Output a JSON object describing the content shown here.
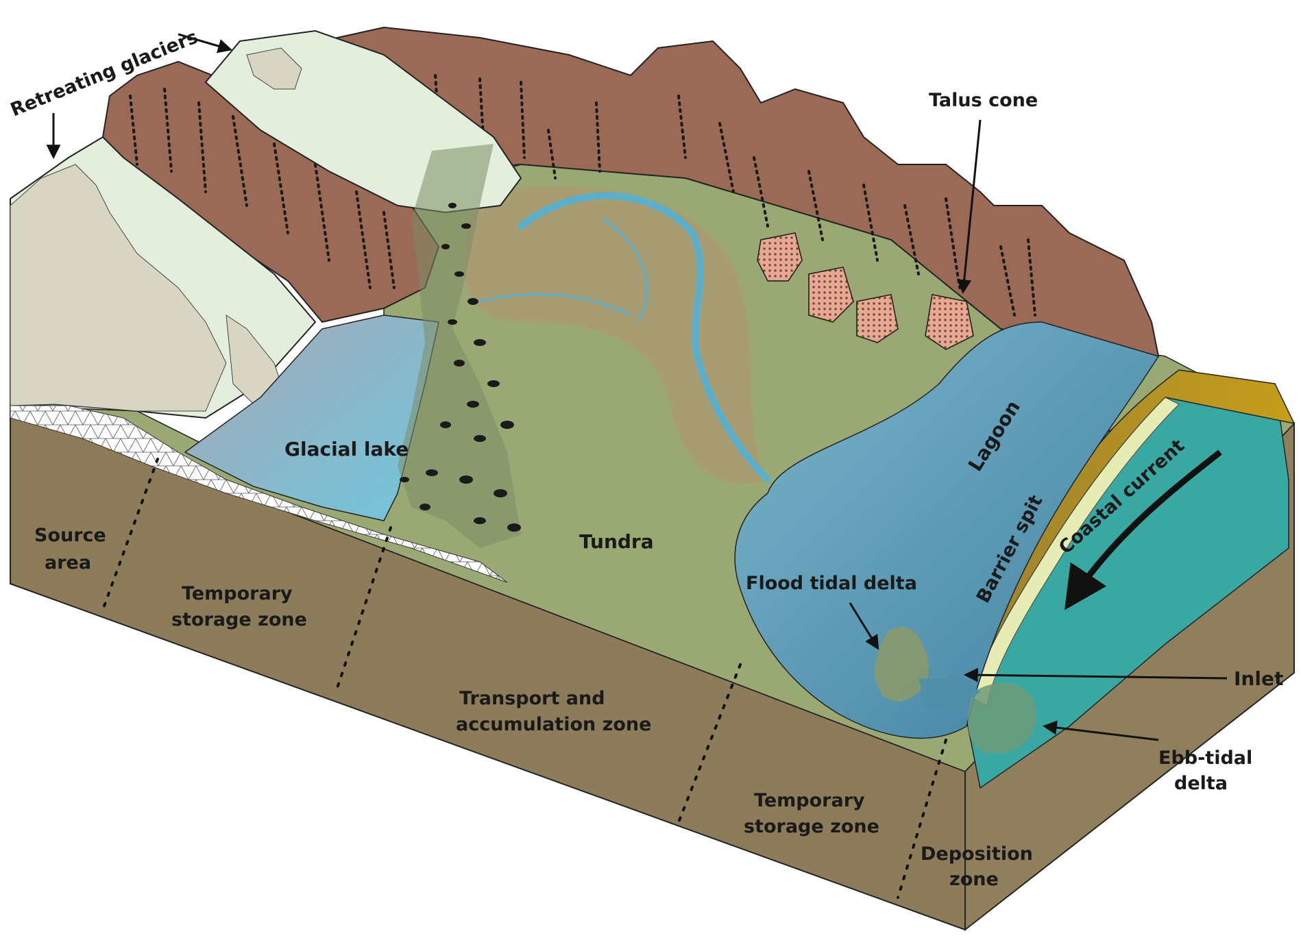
{
  "labels": {
    "retreating_glaciers": "Retreating glaciers",
    "talus_cone": "Talus cone",
    "glacial_lake": "Glacial lake",
    "tundra": "Tundra",
    "lagoon": "Lagoon",
    "barrier_spit": "Barrier spit",
    "coastal_current": "Coastal current",
    "flood_tidal_delta": "Flood tidal delta",
    "inlet": "Inlet",
    "ebb_tidal_delta_line1": "Ebb-tidal",
    "ebb_tidal_delta_line2": "delta"
  },
  "zones": {
    "source_area_line1": "Source",
    "source_area_line2": "area",
    "temporary_storage_1_line1": "Temporary",
    "temporary_storage_1_line2": "storage zone",
    "transport_line1": "Transport and",
    "transport_line2": "accumulation zone",
    "temporary_storage_2_line1": "Temporary",
    "temporary_storage_2_line2": "storage zone",
    "deposition_line1": "Deposition",
    "deposition_line2": "zone"
  },
  "colors": {
    "mountain": "#9a6a57",
    "glacier": "#e3efdc",
    "glacier_shade": "#d8d6c2",
    "tundra": "#9aa874",
    "outwash": "#a89a72",
    "sediment_side": "#8c7c5a",
    "lake": "#7fb8cc",
    "lagoon": "#5f98b8",
    "sea": "#3aa8a2",
    "spit": "#b0901e",
    "beach": "#e6ecb4",
    "talus": "#e8a890",
    "river": "#5ab0cc"
  }
}
